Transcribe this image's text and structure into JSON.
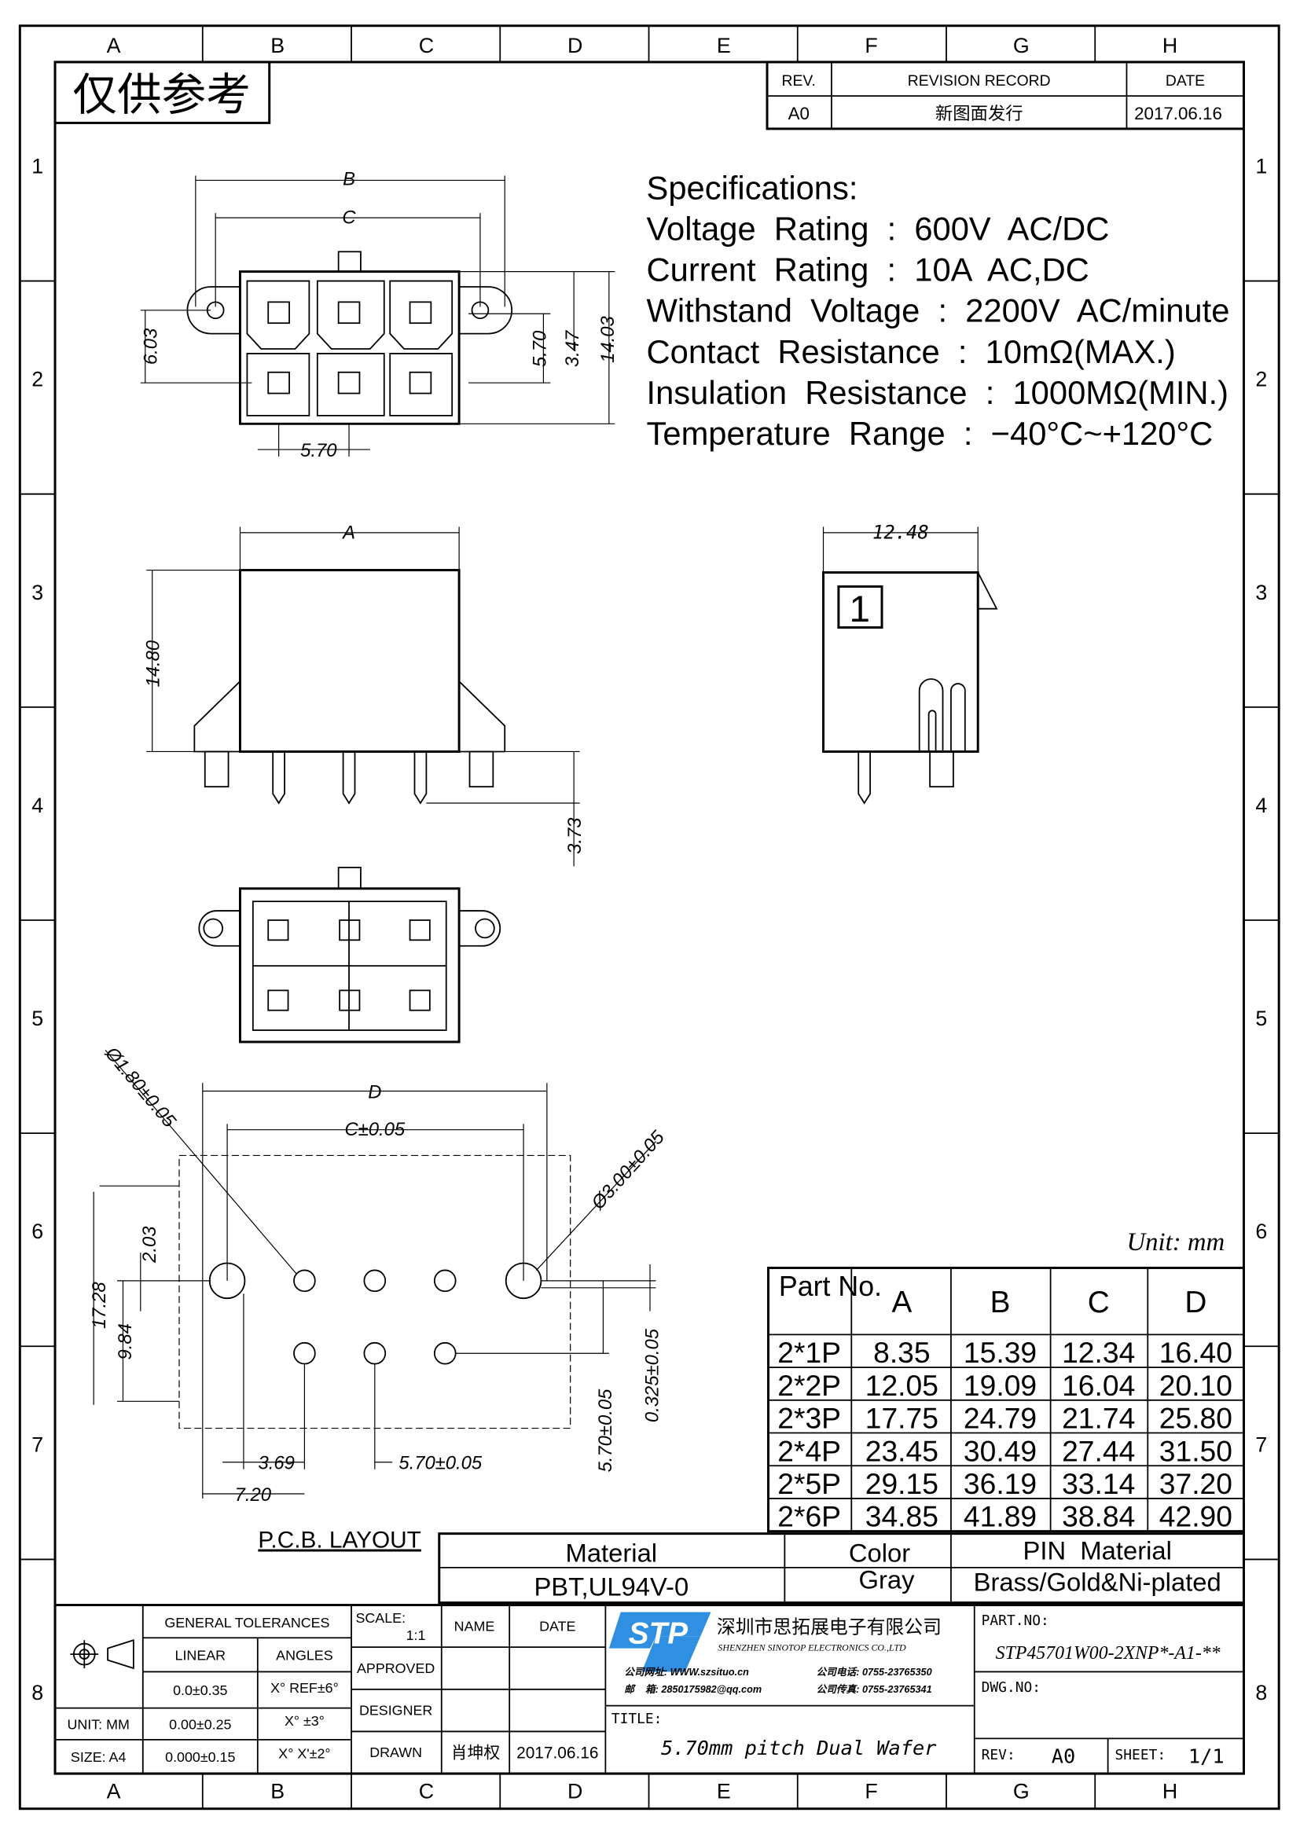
{
  "frame": {
    "columns": [
      "A",
      "B",
      "C",
      "D",
      "E",
      "F",
      "G",
      "H"
    ],
    "rows": [
      "1",
      "2",
      "3",
      "4",
      "5",
      "6",
      "7",
      "8"
    ]
  },
  "reference_stamp": "仅供参考",
  "revision": {
    "headers": [
      "REV.",
      "REVISION RECORD",
      "DATE"
    ],
    "row": [
      "A0",
      "新图面发行",
      "2017.06.16"
    ]
  },
  "specifications": {
    "title": "Specifications:",
    "lines": [
      "Voltage  Rating  :  600V  AC/DC",
      "Current  Rating  :  10A  AC,DC",
      "Withstand  Voltage  :  2200V  AC/minute",
      "Contact  Resistance  :  10mΩ(MAX.)",
      "Insulation  Resistance  :  1000MΩ(MIN.)",
      "Temperature  Range  :  −40°C~+120°C"
    ]
  },
  "dimensions": {
    "top_b": "B",
    "top_c": "C",
    "top_603": "6.03",
    "top_570v": "5.70",
    "top_347": "3.47",
    "top_1403": "14.03",
    "top_570h": "5.70",
    "front_a": "A",
    "front_1480": "14.80",
    "front_373": "3.73",
    "side_1248": "12.48",
    "side_pin1": "1",
    "pcb_d": "D",
    "pcb_c": "C±0.05",
    "pcb_hole_small": "Ø1.80±0.05",
    "pcb_hole_large": "Ø3.00±0.05",
    "pcb_203": "2.03",
    "pcb_1728": "17.28",
    "pcb_984": "9.84",
    "pcb_369": "3.69",
    "pcb_570h": "5.70±0.05",
    "pcb_720": "7.20",
    "pcb_570v": "5.70±0.05",
    "pcb_0325": "0.325±0.05",
    "unit": "Unit: mm",
    "pcb_label": "P.C.B.  LAYOUT"
  },
  "part_table": {
    "headers": [
      "Part No.",
      "A",
      "B",
      "C",
      "D"
    ],
    "rows": [
      [
        "2*1P",
        "8.35",
        "15.39",
        "12.34",
        "16.40"
      ],
      [
        "2*2P",
        "12.05",
        "19.09",
        "16.04",
        "20.10"
      ],
      [
        "2*3P",
        "17.75",
        "24.79",
        "21.74",
        "25.80"
      ],
      [
        "2*4P",
        "23.45",
        "30.49",
        "27.44",
        "31.50"
      ],
      [
        "2*5P",
        "29.15",
        "36.19",
        "33.14",
        "37.20"
      ],
      [
        "2*6P",
        "34.85",
        "41.89",
        "38.84",
        "42.90"
      ]
    ]
  },
  "material": {
    "headers": [
      "Material",
      "Color",
      "PIN  Material"
    ],
    "values": [
      "PBT,UL94V-0",
      "Gray",
      "Brass/Gold&Ni-plated"
    ]
  },
  "title_block": {
    "general_tolerances": "GENERAL  TOLERANCES",
    "linear": "LINEAR",
    "angles": "ANGLES",
    "tol_rows": [
      [
        "0.0±0.35",
        "X° REF±6°"
      ],
      [
        "0.00±0.25",
        "X° ±3°"
      ],
      [
        "0.000±0.15",
        "X° X'±2°"
      ]
    ],
    "unit": "UNIT: MM",
    "size": "SIZE: A4",
    "scale_label": "SCALE:",
    "scale": "1:1",
    "name": "NAME",
    "date": "DATE",
    "approved": "APPROVED",
    "designer": "DESIGNER",
    "drawn": "DRAWN",
    "drawn_name": "肖坤权",
    "drawn_date": "2017.06.16",
    "company_logo": "STP",
    "company_cn": "深圳市思拓展电子有限公司",
    "company_en": "SHENZHEN SINOTOP ELECTRONICS CO.,LTD",
    "web": "公司网址: WWW.szsituo.cn",
    "phone": "公司电话: 0755-23765350",
    "email": "邮    箱: 2850175982@qq.com",
    "fax": "公司传真: 0755-23765341",
    "title_label": "TITLE:",
    "title": "5.70mm pitch Dual Wafer",
    "part_no_label": "PART.NO:",
    "part_no": "STP45701W00-2XNP*-A1-**",
    "dwg_no_label": "DWG.NO:",
    "rev_label": "REV:",
    "rev": "A0",
    "sheet_label": "SHEET:",
    "sheet": "1/1",
    "logo_color": "#2f8fe0"
  }
}
